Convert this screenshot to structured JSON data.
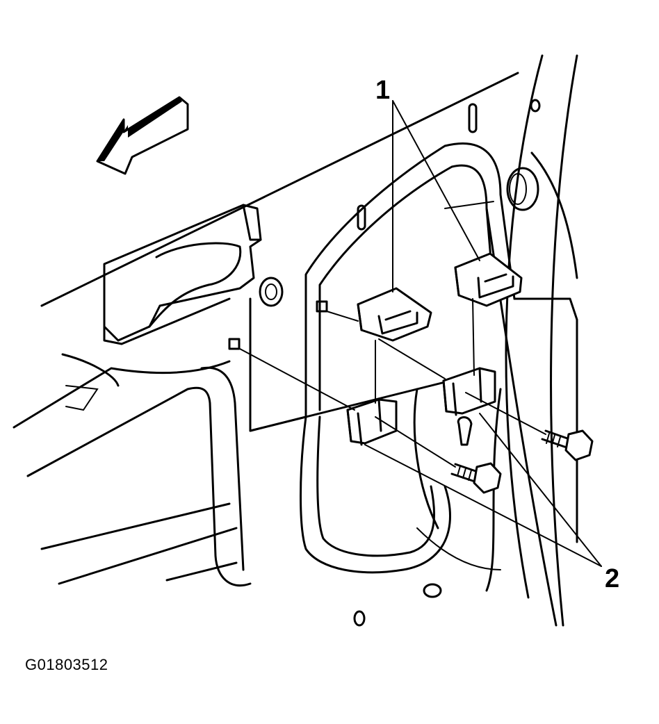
{
  "callouts": {
    "one": "1",
    "two": "2"
  },
  "figure_id": "G01803512",
  "parts": {
    "upper_brackets_count_label": "1",
    "lower_brackets_count_label": "2"
  },
  "colors": {
    "ink": "#000000",
    "paper": "#ffffff"
  },
  "icons": {
    "direction_arrow": "arrow-forward-icon"
  }
}
